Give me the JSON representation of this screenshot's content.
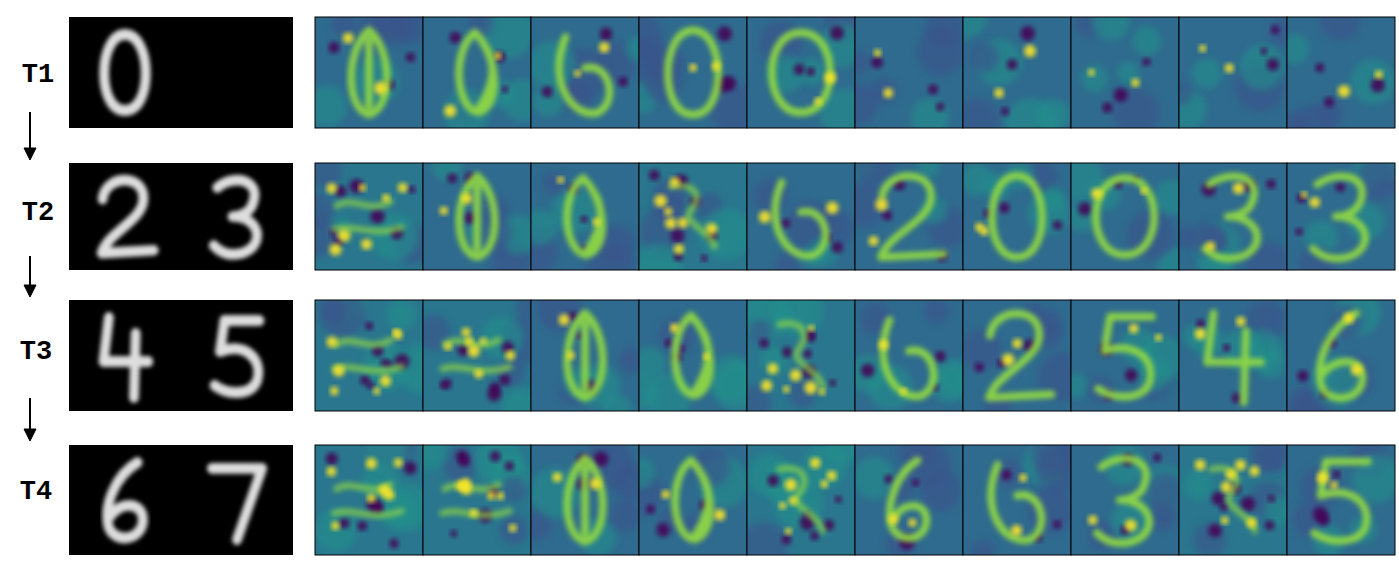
{
  "diagram": {
    "labels": [
      "T1",
      "T2",
      "T3",
      "T4"
    ]
  }
}
